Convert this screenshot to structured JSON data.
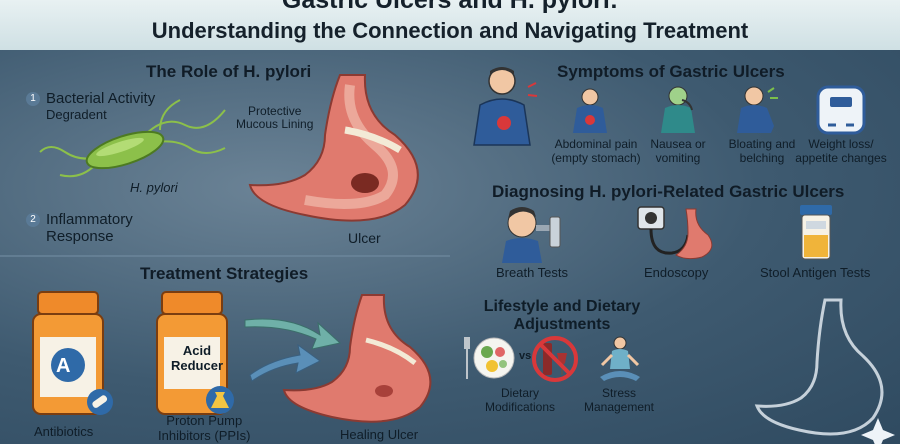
{
  "header": {
    "title_line1": "Gastric Ulcers and H. pylori:",
    "title_line2": "Understanding the Connection and Navigating Treatment"
  },
  "role": {
    "heading": "The Role of H. pylori",
    "step1_num": "1",
    "step1_line1": "Bacterial Activity",
    "step1_line2": "Degradent",
    "bacterium_label": "H. pylori",
    "step2_num": "2",
    "step2_line1": "Inflammatory",
    "step2_line2": "Response",
    "lining_line1": "Protective",
    "lining_line2": "Mucous Lining",
    "ulcer_label": "Ulcer"
  },
  "treatment": {
    "heading": "Treatment Strategies",
    "bottle1_letter": "A",
    "bottle1_caption": "Antibiotics",
    "bottle2_line1": "Acid",
    "bottle2_line2": "Reducer",
    "bottle2_caption1": "Proton Pump",
    "bottle2_caption2": "Inhibitors (PPIs)",
    "healing_label": "Healing Ulcer"
  },
  "symptoms": {
    "heading": "Symptoms of Gastric Ulcers",
    "items": [
      {
        "l1": "Abdominal pain",
        "l2": "(empty stomach)"
      },
      {
        "l1": "Nausea or",
        "l2": "vomiting"
      },
      {
        "l1": "Bloating and",
        "l2": "belching"
      },
      {
        "l1": "Weight loss/",
        "l2": "appetite changes"
      }
    ]
  },
  "diagnosis": {
    "heading": "Diagnosing H. pylori-Related Gastric Ulcers",
    "items": [
      "Breath Tests",
      "Endoscopy",
      "Stool Antigen Tests"
    ]
  },
  "lifestyle": {
    "heading1": "Lifestyle and Dietary",
    "heading2": "Adjustments",
    "vs": "vs",
    "diet_line1": "Dietary",
    "diet_line2": "Modifications",
    "stress_line1": "Stress",
    "stress_line2": "Management"
  },
  "colors": {
    "stomach": "#e07a6e",
    "lining": "#f3ead6",
    "bacteria": "#8cc04a",
    "bottle": "#ef8a2a",
    "arrow": "#6fb0a8"
  }
}
